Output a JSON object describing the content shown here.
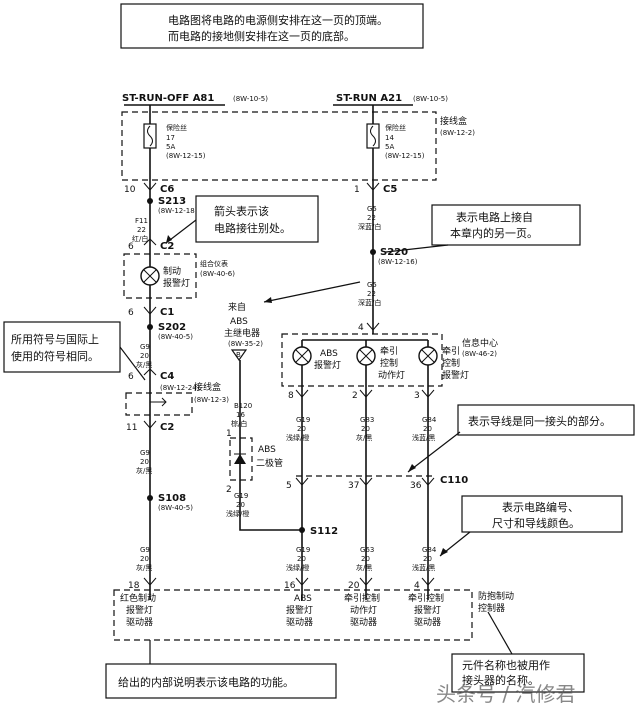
{
  "top_note": [
    "电路图将电路的电源侧安排在这一页的顶端。",
    "而电路的接地侧安排在这一页的底部。"
  ],
  "power_left": {
    "label": "ST-RUN-OFF A81",
    "ref": "(8W-10-5)"
  },
  "power_right": {
    "label": "ST-RUN A21",
    "ref": "(8W-10-5)"
  },
  "junction_box_top": {
    "label": "接线盒",
    "ref": "(8W-12-2)"
  },
  "fuse_left": {
    "name": "保险丝",
    "num": "17",
    "amp": "5A",
    "ref": "(8W-12-15)"
  },
  "fuse_right": {
    "name": "保险丝",
    "num": "14",
    "amp": "5A",
    "ref": "(8W-12-15)"
  },
  "c6": {
    "pin": "10",
    "label": "C6"
  },
  "c5": {
    "pin": "1",
    "label": "C5"
  },
  "s213": {
    "label": "S213",
    "ref": "(8W-12-18)"
  },
  "wire_f11": {
    "code": "F11",
    "gauge": "22",
    "color": "红/白"
  },
  "wire_g5a": {
    "code": "G5",
    "gauge": "22",
    "color": "深蓝/白"
  },
  "callout_arrow": [
    "箭头表示该",
    "电路接往别处。"
  ],
  "callout_page": [
    "表示电路上接自",
    "本章内的另一页。"
  ],
  "c2a": {
    "pin": "6",
    "label": "C2"
  },
  "cluster": {
    "label": "组合仪表",
    "ref": "(8W-40-6)"
  },
  "brake_lamp": [
    "制动",
    "报警灯"
  ],
  "s220": {
    "label": "S220",
    "ref": "(8W-12-16)"
  },
  "wire_g5b": {
    "code": "G5",
    "gauge": "22",
    "color": "深蓝/白"
  },
  "from_abs": {
    "from": "来自",
    "line1": "ABS",
    "line2": "主继电器"
  },
  "b_conn": {
    "label": "B",
    "ref": "(8W-35-2)"
  },
  "c1": {
    "pin": "6",
    "label": "C1"
  },
  "s202": {
    "label": "S202",
    "ref": "(8W-40-5)"
  },
  "callout_symbols": [
    "所用符号与国际上",
    "使用的符号相同。"
  ],
  "wire_g9a": {
    "code": "G9",
    "gauge": "20",
    "color": "灰/黑"
  },
  "c4": {
    "pin": "6",
    "label": "C4",
    "ref": "(8W-12-24)"
  },
  "junction_box_mid": {
    "label": "接线盒",
    "ref": "(8W-12-3)"
  },
  "c2b": {
    "pin": "11",
    "label": "C2"
  },
  "info_center": {
    "label": "信息中心",
    "ref": "(8W-46-2)",
    "pin": "4"
  },
  "lamp_abs": [
    "ABS",
    "报警灯"
  ],
  "lamp_trac": [
    "牵引",
    "控制",
    "动作灯"
  ],
  "lamp_trac_warn": [
    "牵引",
    "控制",
    "报警灯"
  ],
  "pins_ic": [
    "8",
    "2",
    "3"
  ],
  "wire_b120": {
    "code": "B120",
    "gauge": "16",
    "color": "棕/白"
  },
  "wire_g19a": {
    "code": "G19",
    "gauge": "20",
    "color": "浅绿/橙"
  },
  "wire_g83a": {
    "code": "G83",
    "gauge": "20",
    "color": "灰/黑"
  },
  "wire_g84a": {
    "code": "G84",
    "gauge": "20",
    "color": "浅蓝/黑"
  },
  "callout_splice": [
    "表示导线是同一接头的部分。"
  ],
  "wire_g9b": {
    "code": "G9",
    "gauge": "20",
    "color": "灰/黑"
  },
  "diode": {
    "pin_top": "1",
    "pin_bot": "2",
    "line1": "ABS",
    "line2": "二极管"
  },
  "wire_g19b": {
    "code": "G19",
    "gauge": "20",
    "color": "浅绿/橙"
  },
  "c110": {
    "pins": [
      "5",
      "37",
      "36"
    ],
    "label": "C110"
  },
  "s108": {
    "label": "S108",
    "ref": "(8W-40-5)"
  },
  "callout_wire": [
    "表示电路编号、",
    "尺寸和导线颜色。"
  ],
  "s112": {
    "label": "S112"
  },
  "wire_g19c": {
    "code": "G19",
    "gauge": "20",
    "color": "浅绿/橙"
  },
  "wire_g63": {
    "code": "G63",
    "gauge": "20",
    "color": "灰/黑"
  },
  "wire_g84b": {
    "code": "G84",
    "gauge": "20",
    "color": "浅蓝/黑"
  },
  "wire_g9c": {
    "code": "G9",
    "gauge": "20",
    "color": "灰/黑"
  },
  "bottom_pins": [
    "18",
    "16",
    "20",
    "4"
  ],
  "driver_red": [
    "红色制动",
    "报警灯",
    "驱动器"
  ],
  "driver_abs": [
    "ABS",
    "报警灯",
    "驱动器"
  ],
  "driver_tr_act": [
    "牵引控制",
    "动作灯",
    "驱动器"
  ],
  "driver_tr_warn": [
    "牵引控制",
    "报警灯",
    "驱动器"
  ],
  "antilock": [
    "防抱制动",
    "控制器"
  ],
  "callout_internal": [
    "给出的内部说明表示该电路的功能。"
  ],
  "callout_name": [
    "元件名称也被用作",
    "接头器的名称。"
  ],
  "watermark": "头条号 / 汽修君"
}
